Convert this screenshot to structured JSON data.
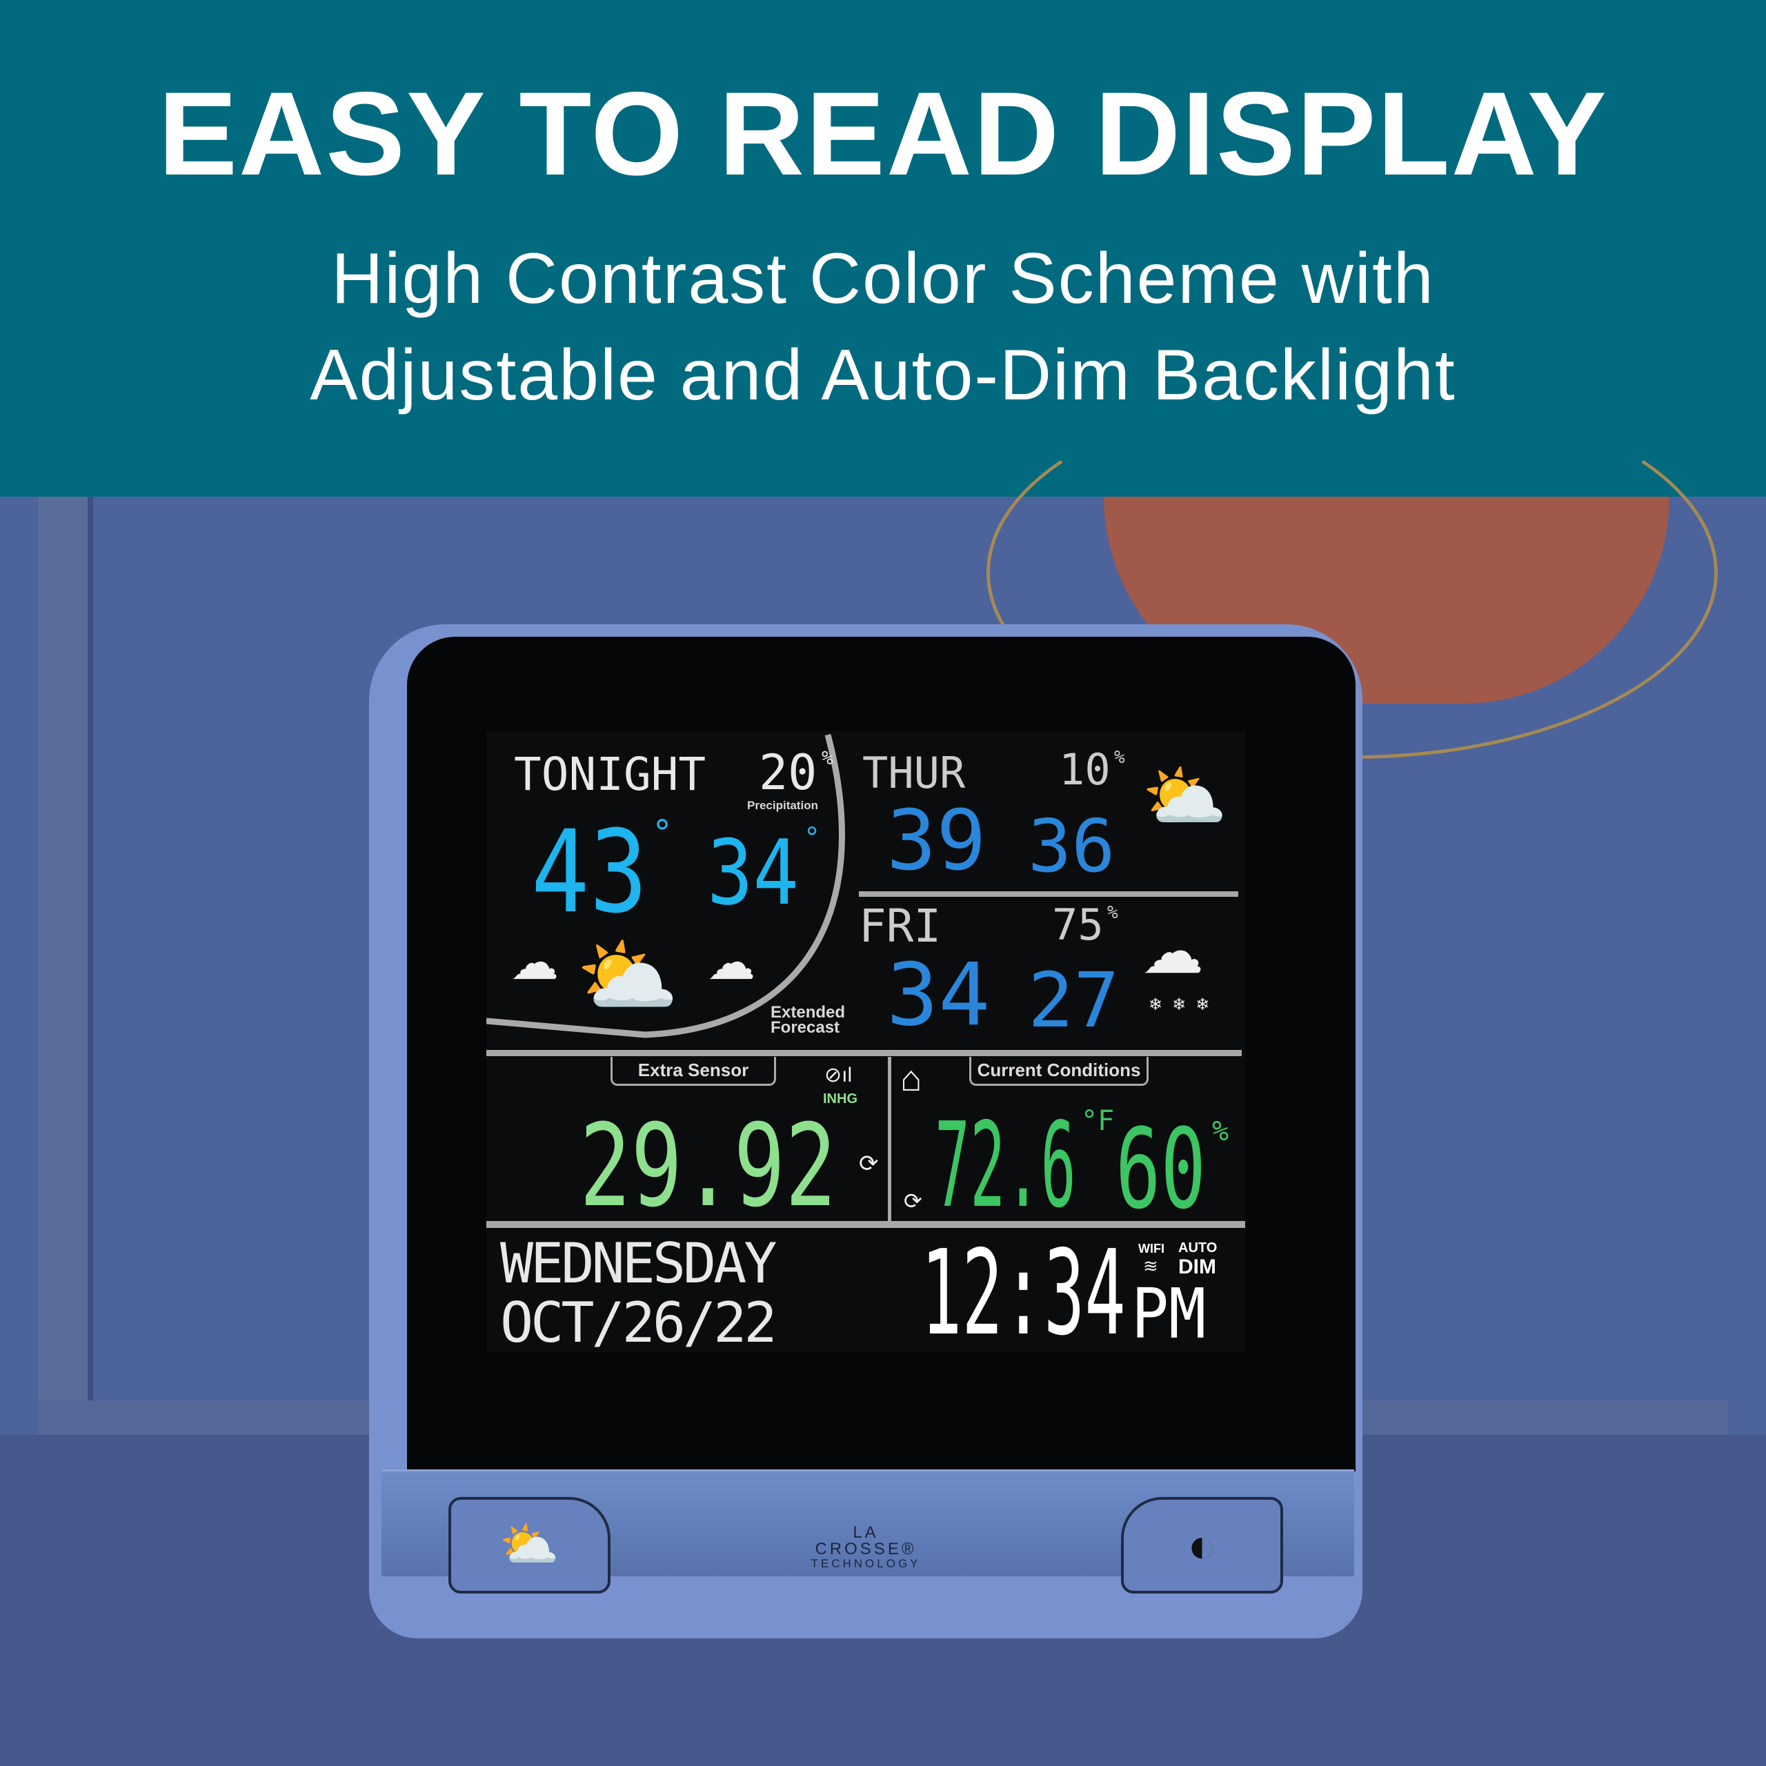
{
  "banner": {
    "title": "EASY TO READ DISPLAY",
    "subtitle_line1": "High Contrast Color Scheme with",
    "subtitle_line2": "Adjustable and Auto-Dim Backlight"
  },
  "device": {
    "brand_line1": "LA CROSSE®",
    "brand_line2": "TECHNOLOGY",
    "left_button_icon": "weather-icon",
    "right_button_icon": "brightness-icon"
  },
  "tonight": {
    "label": "TONIGHT",
    "precip": "20",
    "precip_unit": "%",
    "precip_label": "Precipitation",
    "high": "43",
    "low": "34",
    "deg": "°"
  },
  "thur": {
    "label": "THUR",
    "precip": "10",
    "unit": "%",
    "high": "39",
    "low": "36"
  },
  "fri": {
    "label": "FRI",
    "precip": "75",
    "unit": "%",
    "high": "34",
    "low": "27"
  },
  "extended_label_1": "Extended",
  "extended_label_2": "Forecast",
  "extra_sensor": {
    "tab": "Extra Sensor",
    "pressure": "29.92",
    "unit": "INHG"
  },
  "current": {
    "tab": "Current Conditions",
    "temp": "72.6",
    "temp_unit": "°F",
    "humidity": "60",
    "humidity_unit": "%"
  },
  "datetime": {
    "weekday": "WEDNESDAY",
    "date": "OCT/26/22",
    "time": "12:34",
    "ampm": "PM",
    "wifi": "WIFI",
    "auto": "AUTO",
    "dim": "DIM"
  },
  "colors": {
    "banner": "#026a7e",
    "cyan": "#1eb4ee",
    "blue": "#2a86da",
    "green": "#3cc562"
  }
}
